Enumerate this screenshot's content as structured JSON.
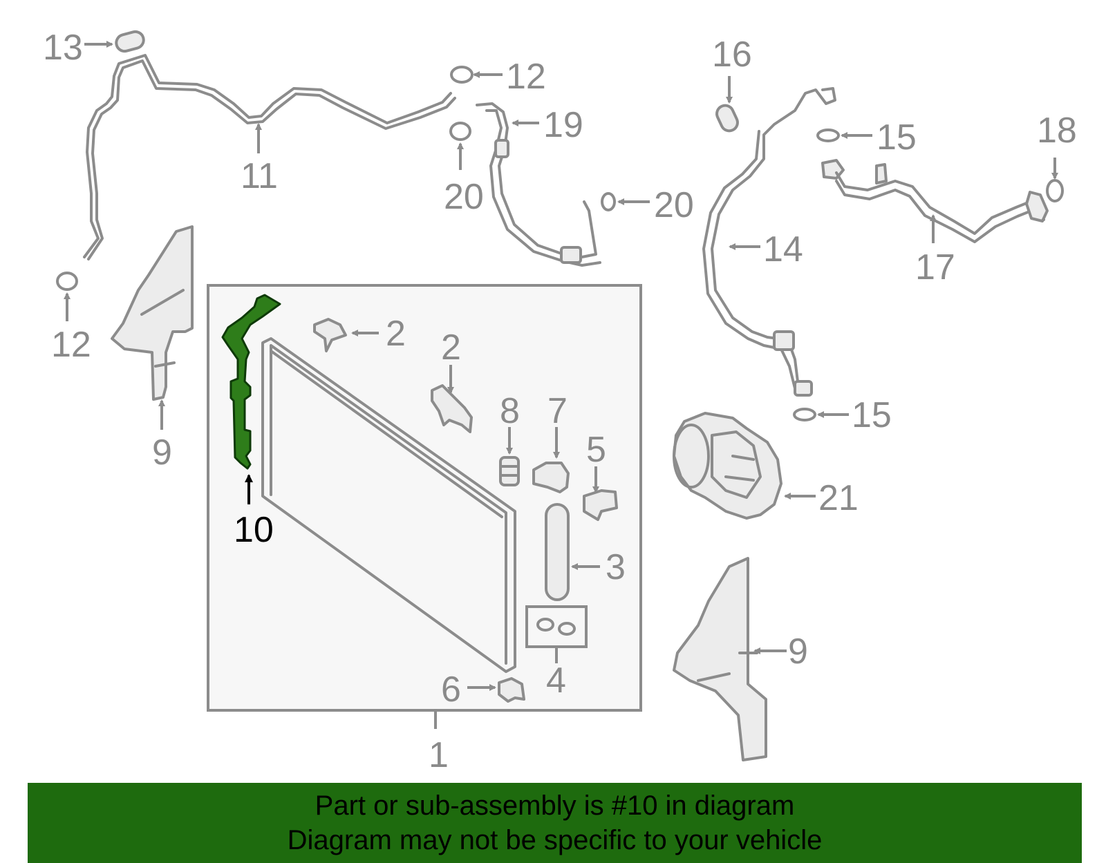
{
  "callouts": {
    "c1": "1",
    "c2a": "2",
    "c2b": "2",
    "c3": "3",
    "c4": "4",
    "c5": "5",
    "c6": "6",
    "c7": "7",
    "c8": "8",
    "c9a": "9",
    "c9b": "9",
    "c10": "10",
    "c11": "11",
    "c12a": "12",
    "c12b": "12",
    "c13": "13",
    "c14": "14",
    "c15a": "15",
    "c15b": "15",
    "c16": "16",
    "c17": "17",
    "c18": "18",
    "c19": "19",
    "c20a": "20",
    "c20b": "20",
    "c21": "21"
  },
  "highlight": {
    "part": "10",
    "color": "#2e7d1a"
  },
  "banner": {
    "line1": "Part or sub-assembly is #10 in diagram",
    "line2": "Diagram may not be specific to your vehicle",
    "background": "#1e6b0e"
  }
}
